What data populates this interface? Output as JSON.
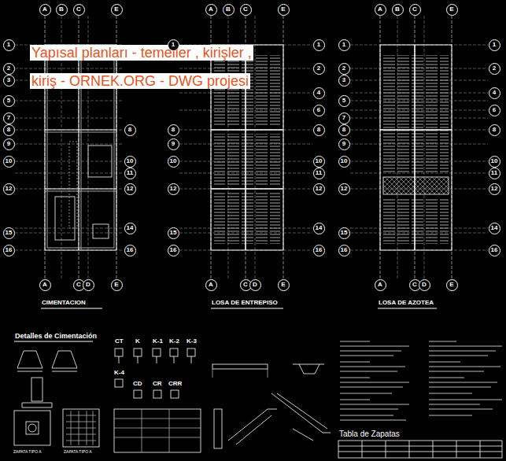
{
  "diagram": {
    "nodes": [
      {
        "text": [
          "Yapısal planları - temeller , kirişler , kiriş - ORNEK.ORG - DWG projesi"
        ]
      },
      {
        "text": [
          "A"
        ]
      },
      {
        "text": [
          "B"
        ]
      },
      {
        "text": [
          "C"
        ]
      },
      {
        "text": [
          "E"
        ]
      },
      {
        "text": [
          "A"
        ]
      },
      {
        "text": [
          "C"
        ]
      },
      {
        "text": [
          "D"
        ]
      },
      {
        "text": [
          "E"
        ]
      },
      {
        "text": [
          "1"
        ]
      },
      {
        "text": [
          "2"
        ]
      },
      {
        "text": [
          "3"
        ]
      },
      {
        "text": [
          "5"
        ]
      },
      {
        "text": [
          "7"
        ]
      },
      {
        "text": [
          "8"
        ]
      },
      {
        "text": [
          "9"
        ]
      },
      {
        "text": [
          "10"
        ]
      },
      {
        "text": [
          "12"
        ]
      },
      {
        "text": [
          "15"
        ]
      },
      {
        "text": [
          "16"
        ]
      },
      {
        "text": [
          "8"
        ]
      },
      {
        "text": [
          "10"
        ]
      },
      {
        "text": [
          "11"
        ]
      },
      {
        "text": [
          "12"
        ]
      },
      {
        "text": [
          "14"
        ]
      },
      {
        "text": [
          "16"
        ]
      },
      {
        "text": [
          "A"
        ]
      },
      {
        "text": [
          "B"
        ]
      },
      {
        "text": [
          "C"
        ]
      },
      {
        "text": [
          "E"
        ]
      },
      {
        "text": [
          "A"
        ]
      },
      {
        "text": [
          "C"
        ]
      },
      {
        "text": [
          "D"
        ]
      },
      {
        "text": [
          "E"
        ]
      },
      {
        "text": [
          "1"
        ]
      },
      {
        "text": [
          "8"
        ]
      },
      {
        "text": [
          "9"
        ]
      },
      {
        "text": [
          "10"
        ]
      },
      {
        "text": [
          "12"
        ]
      },
      {
        "text": [
          "15"
        ]
      },
      {
        "text": [
          "16"
        ]
      },
      {
        "text": [
          "1"
        ]
      },
      {
        "text": [
          "2"
        ]
      },
      {
        "text": [
          "4"
        ]
      },
      {
        "text": [
          "6"
        ]
      },
      {
        "text": [
          "8"
        ]
      },
      {
        "text": [
          "10"
        ]
      },
      {
        "text": [
          "11"
        ]
      },
      {
        "text": [
          "12"
        ]
      },
      {
        "text": [
          "14"
        ]
      },
      {
        "text": [
          "16"
        ]
      },
      {
        "text": [
          "A"
        ]
      },
      {
        "text": [
          "B"
        ]
      },
      {
        "text": [
          "C"
        ]
      },
      {
        "text": [
          "E"
        ]
      },
      {
        "text": [
          "A"
        ]
      },
      {
        "text": [
          "C"
        ]
      },
      {
        "text": [
          "D"
        ]
      },
      {
        "text": [
          "E"
        ]
      },
      {
        "text": [
          "1"
        ]
      },
      {
        "text": [
          "2"
        ]
      },
      {
        "text": [
          "3"
        ]
      },
      {
        "text": [
          "5"
        ]
      },
      {
        "text": [
          "7"
        ]
      },
      {
        "text": [
          "8"
        ]
      },
      {
        "text": [
          "9"
        ]
      },
      {
        "text": [
          "10"
        ]
      },
      {
        "text": [
          "12"
        ]
      },
      {
        "text": [
          "15"
        ]
      },
      {
        "text": [
          "16"
        ]
      },
      {
        "text": [
          "1"
        ]
      },
      {
        "text": [
          "2"
        ]
      },
      {
        "text": [
          "4"
        ]
      },
      {
        "text": [
          "6"
        ]
      },
      {
        "text": [
          "8"
        ]
      },
      {
        "text": [
          "10"
        ]
      },
      {
        "text": [
          "11"
        ]
      },
      {
        "text": [
          "12"
        ]
      },
      {
        "text": [
          "14"
        ]
      },
      {
        "text": [
          "16"
        ]
      }
    ],
    "labels": [
      "CIMENTACION",
      "LOSA DE ENTREPISO",
      "LOSA DE AZOTEA",
      "Detalles de Cimentación",
      "CT",
      "K",
      "K-1",
      "K-2",
      "K-3",
      "K-4",
      "CD",
      "CR",
      "CRR",
      "ZAPATA TIPO A",
      "ZAPATA TIPO A",
      "Tabla de Zapatas"
    ]
  }
}
